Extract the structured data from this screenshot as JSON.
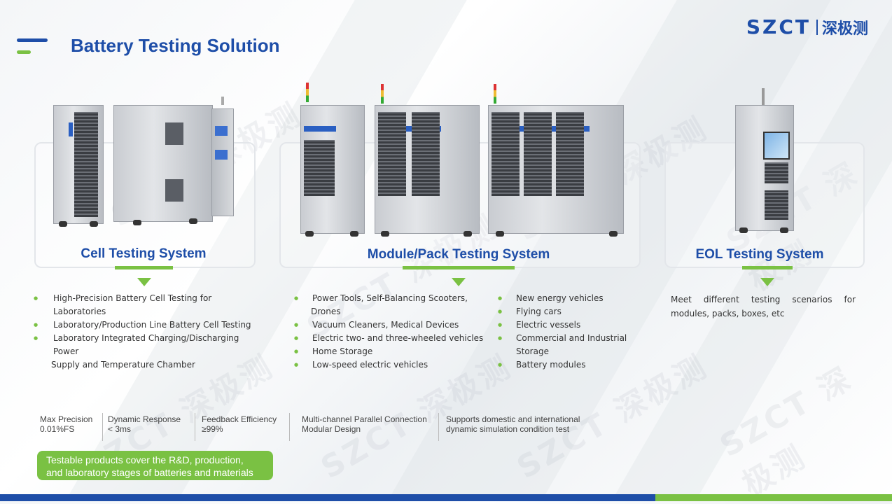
{
  "header": {
    "title": "Battery Testing Solution",
    "logo_en": "SZCT",
    "logo_cn": "深极测"
  },
  "watermark_text": "SZCT 深极测",
  "systems": [
    {
      "label": "Cell Testing System",
      "bullets": [
        "High-Precision Battery Cell Testing for Laboratories",
        "Laboratory/Production Line Battery Cell Testing",
        "Laboratory Integrated Charging/Discharging Power",
        "Supply and Temperature Chamber"
      ]
    },
    {
      "label": "Module/Pack Testing System",
      "bullets_left": [
        "Power Tools, Self-Balancing Scooters,",
        "Drones",
        "Vacuum Cleaners, Medical Devices",
        "Electric two- and three-wheeled vehicles",
        "Home Storage",
        "Low-speed electric vehicles"
      ],
      "bullets_right": [
        "New energy vehicles",
        "Flying cars",
        "Electric vessels",
        "Commercial and Industrial",
        "Storage",
        "Battery modules"
      ]
    },
    {
      "label": "EOL Testing System",
      "description": "Meet different testing scenarios for modules, packs, boxes, etc"
    }
  ],
  "specs": [
    {
      "line1": "Max Precision",
      "line2": "0.01%FS"
    },
    {
      "line1": "Dynamic Response",
      "line2": "< 3ms"
    },
    {
      "line1": "Feedback Efficiency",
      "line2": "≥99%"
    },
    {
      "line1": "Multi-channel Parallel Connection",
      "line2": "Modular Design"
    },
    {
      "line1": "Supports domestic and international",
      "line2": "dynamic simulation condition test"
    }
  ],
  "callout": {
    "line1": "Testable products cover the R&D, production,",
    "line2": "and laboratory stages of batteries and materials"
  },
  "colors": {
    "brand_blue": "#1e4ea8",
    "accent_green": "#7ac143"
  }
}
